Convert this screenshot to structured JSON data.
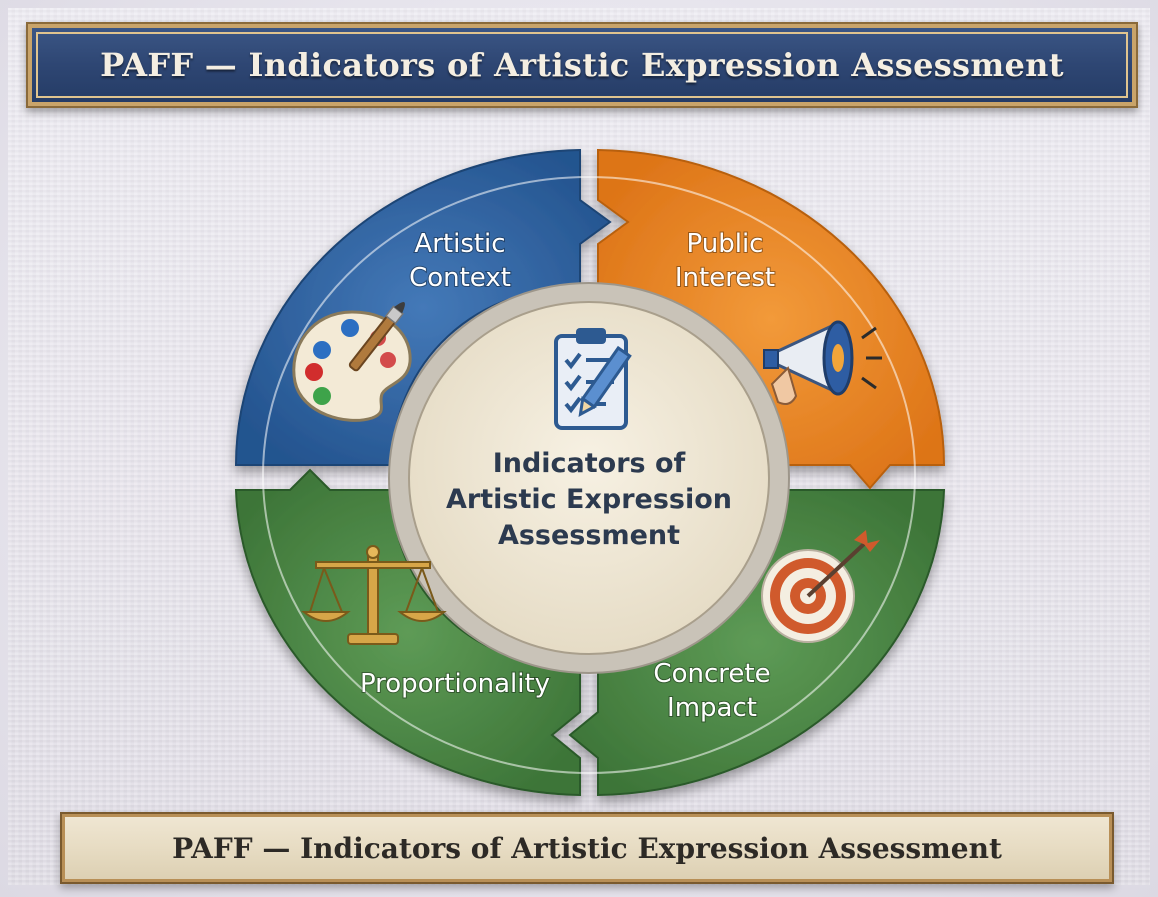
{
  "header": {
    "title": "PAFF — Indicators of Artistic Expression Assessment"
  },
  "footer": {
    "title": "PAFF — Indicators of Artistic Expression Assessment"
  },
  "diagram": {
    "center": {
      "line1": "Indicators of",
      "line2": "Artistic Expression",
      "line3": "Assessment",
      "icon": "clipboard-checklist-icon"
    },
    "segments": [
      {
        "id": "artistic-context",
        "line1": "Artistic",
        "line2": "Context",
        "color": "#2f64a3",
        "icon": "palette-icon"
      },
      {
        "id": "public-interest",
        "line1": "Public",
        "line2": "Interest",
        "color": "#e8862a",
        "icon": "megaphone-icon"
      },
      {
        "id": "proportionality",
        "line1": "Proportionality",
        "line2": "",
        "color": "#4d8a47",
        "icon": "scales-icon"
      },
      {
        "id": "concrete-impact",
        "line1": "Concrete",
        "line2": "Impact",
        "color": "#4d8a47",
        "icon": "target-icon"
      }
    ]
  }
}
